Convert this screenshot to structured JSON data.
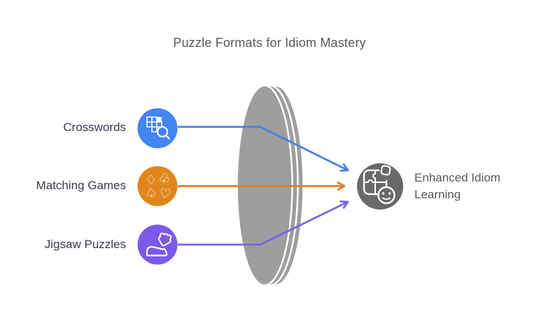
{
  "title": "Puzzle Formats for Idiom Mastery",
  "lens_color": "#9e9e9e",
  "suit_glyphs": [
    "♢",
    "♧",
    "♤",
    "♡"
  ],
  "items": [
    {
      "label": "Crosswords",
      "color": "#4285f4",
      "line_color": "#4d7fdd",
      "icon": "crossword-magnifier-icon"
    },
    {
      "label": "Matching Games",
      "color": "#e0861d",
      "line_color": "#df7f28",
      "icon": "card-suits-icon"
    },
    {
      "label": "Jigsaw Puzzles",
      "color": "#7c59e8",
      "line_color": "#7c63e2",
      "icon": "hand-puzzle-icon"
    }
  ],
  "result": {
    "label": "Enhanced Idiom Learning",
    "color": "#696969",
    "icon": "puzzle-smiley-icon"
  },
  "text_colors": {
    "title": "#58585a",
    "item_label": "#3b3b4f",
    "result_label": "#58585a"
  }
}
